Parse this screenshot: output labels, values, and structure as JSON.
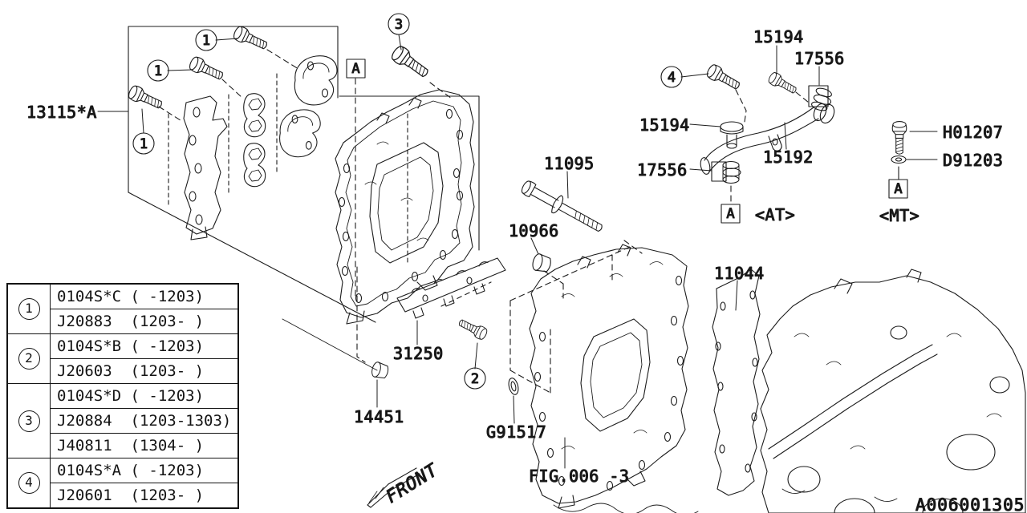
{
  "diagram": {
    "doc_code": "A006001305",
    "front_label": "FRONT",
    "fig_ref": "FIG.006 -3",
    "detail_marker": "A",
    "variants": {
      "at": "<AT>",
      "mt": "<MT>"
    },
    "callouts": {
      "c1": "1",
      "c2": "2",
      "c3": "3",
      "c4": "4"
    },
    "part_labels": {
      "bracket_assy": "13115*A",
      "bolt_long": "11095",
      "plug_small": "10966",
      "baffle_plate": "31250",
      "plug_front": "14451",
      "seal": "G91517",
      "gasket": "11044",
      "valve": "15194",
      "clamp": "17556",
      "pipe": "15192",
      "bolt_mt": "H01207",
      "washer_mt": "D91203"
    }
  },
  "legend": {
    "rows": [
      {
        "callout": "1",
        "entries": [
          "0104S*C ( -1203)",
          "J20883  (1203- )"
        ]
      },
      {
        "callout": "2",
        "entries": [
          "0104S*B ( -1203)",
          "J20603  (1203- )"
        ]
      },
      {
        "callout": "3",
        "entries": [
          "0104S*D ( -1203)",
          "J20884  (1203-1303)",
          "J40811  (1304- )"
        ]
      },
      {
        "callout": "4",
        "entries": [
          "0104S*A ( -1203)",
          "J20601  (1203- )"
        ]
      }
    ]
  }
}
